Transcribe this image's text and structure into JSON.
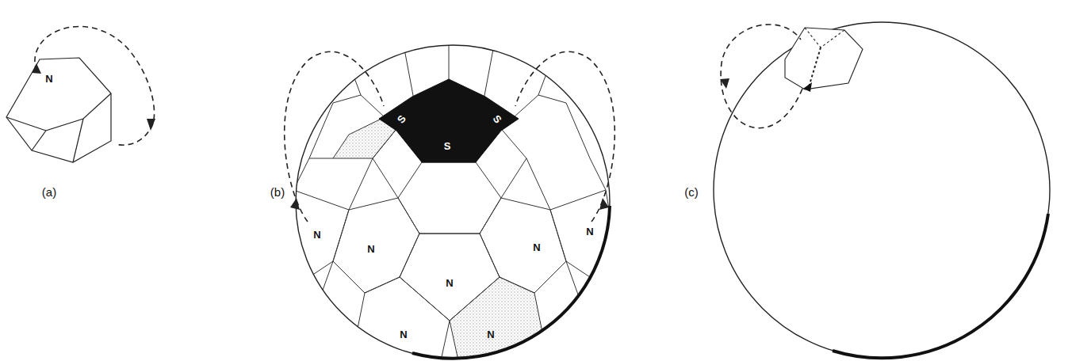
{
  "diagram": {
    "labels": [
      "N",
      "(a)",
      "(b)",
      "S",
      "S",
      "S",
      "N",
      "N",
      "N",
      "N",
      "N",
      "N",
      "N",
      "(c)"
    ]
  }
}
